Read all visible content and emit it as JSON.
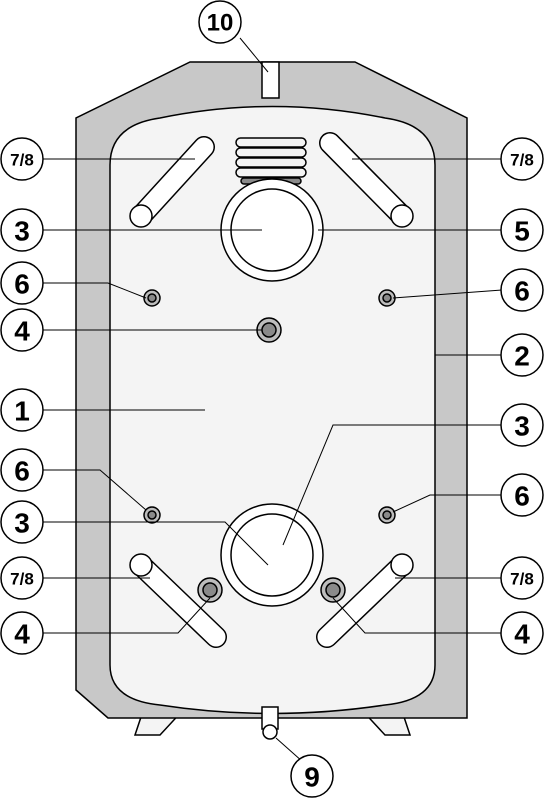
{
  "diagram": {
    "colors": {
      "insulation": "#c8c8c8",
      "tank_fill": "#f4f4f4",
      "outline": "#000000",
      "port_dark": "#8a8a8a",
      "port_light": "#bdbdbd",
      "background": "#ffffff"
    },
    "callouts": {
      "label_1": "1",
      "label_2": "2",
      "label_3a": "3",
      "label_3b": "3",
      "label_3c": "3",
      "label_4a": "4",
      "label_4b": "4",
      "label_4c": "4",
      "label_5": "5",
      "label_6a": "6",
      "label_6b": "6",
      "label_6c": "6",
      "label_6d": "6",
      "label_78a": "7/8",
      "label_78b": "7/8",
      "label_78c": "7/8",
      "label_78d": "7/8",
      "label_9": "9",
      "label_10": "10"
    }
  }
}
